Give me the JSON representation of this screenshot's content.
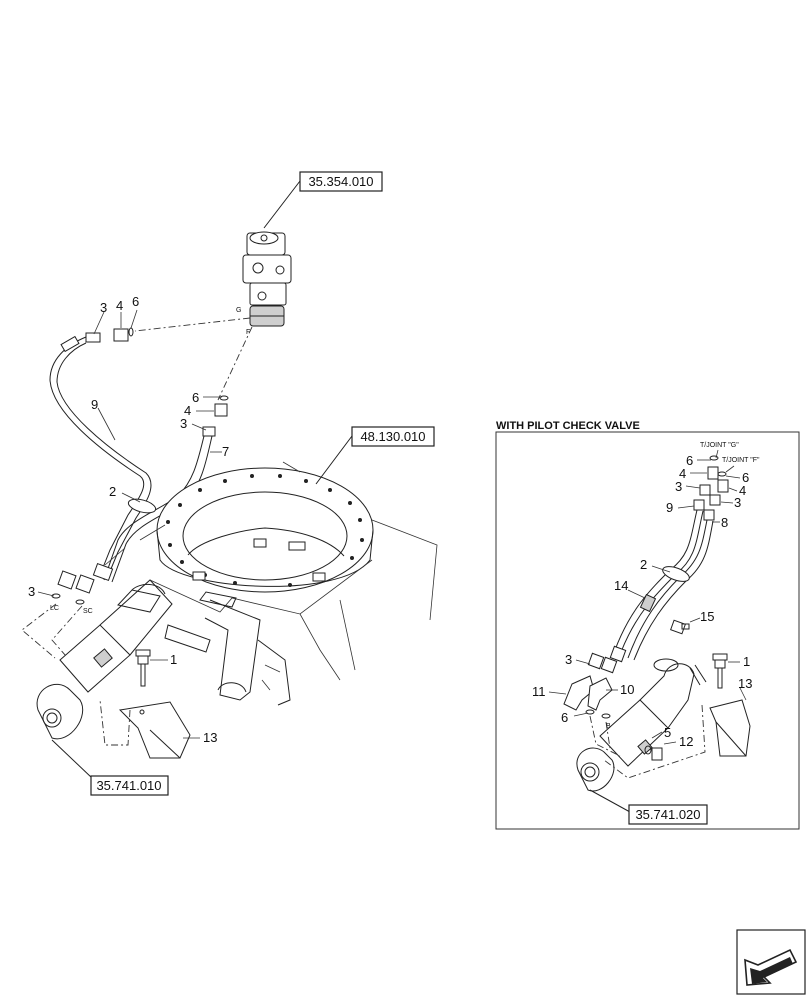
{
  "refs": {
    "r1": "35.354.010",
    "r2": "48.130.010",
    "r3": "35.741.010",
    "r4": "35.741.020"
  },
  "main_callouts": {
    "c3a": "3",
    "c4a": "4",
    "c6a": "6",
    "c6b": "6",
    "c4b": "4",
    "c3b": "3",
    "c7": "7",
    "c9": "9",
    "c2": "2",
    "c3c": "3",
    "c1": "1",
    "c13": "13"
  },
  "main_small_labels": {
    "g": "G",
    "f": "F",
    "lc": "LC",
    "sc": "SC"
  },
  "inset": {
    "title": "WITH PILOT CHECK VALVE",
    "tjoint_g": "T/JOINT \"G\"",
    "tjoint_f": "T/JOINT \"F\"",
    "callouts": {
      "i6a": "6",
      "i4a": "4",
      "i3a": "3",
      "i9": "9",
      "i6b": "6",
      "i4b": "4",
      "i3b": "3",
      "i8": "8",
      "i2": "2",
      "i14": "14",
      "i15": "15",
      "i3c": "3",
      "i11": "11",
      "i10": "10",
      "i6c": "6",
      "i1": "1",
      "i13": "13",
      "i5": "5",
      "i12": "12"
    },
    "small_b": "B"
  },
  "nav_icon": "arrow-left-down-icon"
}
